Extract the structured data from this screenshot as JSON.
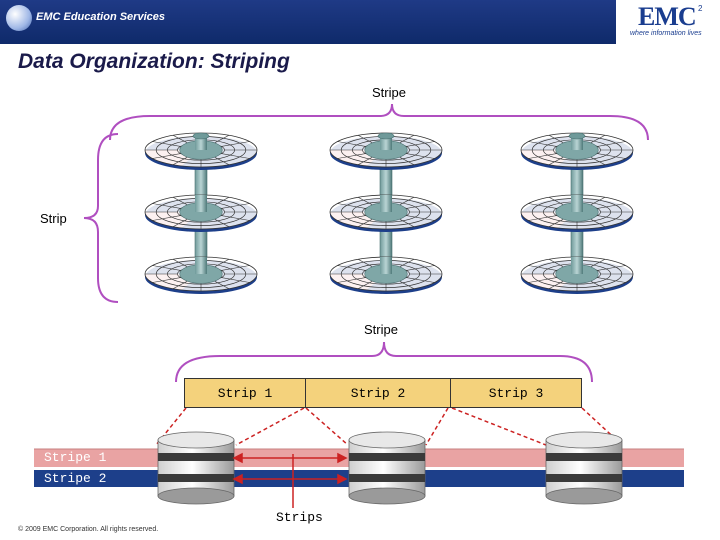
{
  "header": {
    "left_logo_text": "EMC Education Services",
    "brand": "EMC",
    "brand_superscript": "2",
    "tagline": "where information lives"
  },
  "title": "Data Organization: Striping",
  "top_diagram": {
    "stripe_label": "Stripe",
    "strip_label": "Strip",
    "disks": 3,
    "platters_per_disk": 3
  },
  "bottom_diagram": {
    "stripe_label": "Stripe",
    "strips": [
      "Strip 1",
      "Strip 2",
      "Strip 3"
    ],
    "bands": [
      "Stripe 1",
      "Stripe 2"
    ],
    "strips_label": "Strips"
  },
  "colors": {
    "header_blue": "#1f3a86",
    "brace_purple": "#b04fc0",
    "strip_fill": "#f4d27c",
    "stripe1_band": "#e9a3a3",
    "stripe2_band": "#1d3f8a",
    "connector_red": "#cc2222"
  },
  "footer": {
    "copyright": "© 2009 EMC Corporation. All rights reserved."
  }
}
